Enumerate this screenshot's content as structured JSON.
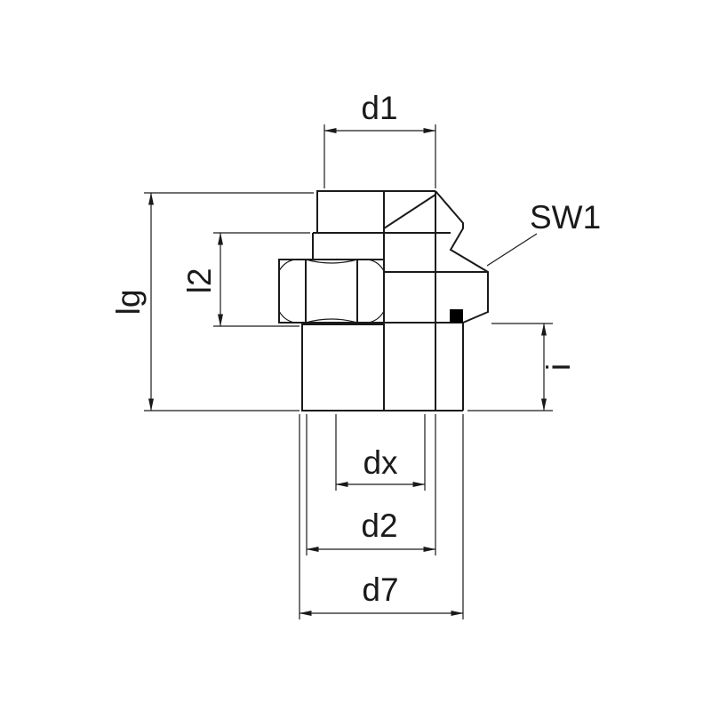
{
  "diagram": {
    "labels": {
      "d1": "d1",
      "sw1": "SW1",
      "lg": "lg",
      "l2": "l2",
      "i": "i",
      "dx": "dx",
      "d2": "d2",
      "d7": "d7"
    },
    "colors": {
      "line": "#1a1a1a",
      "background": "#ffffff",
      "seal": "#000000"
    }
  }
}
